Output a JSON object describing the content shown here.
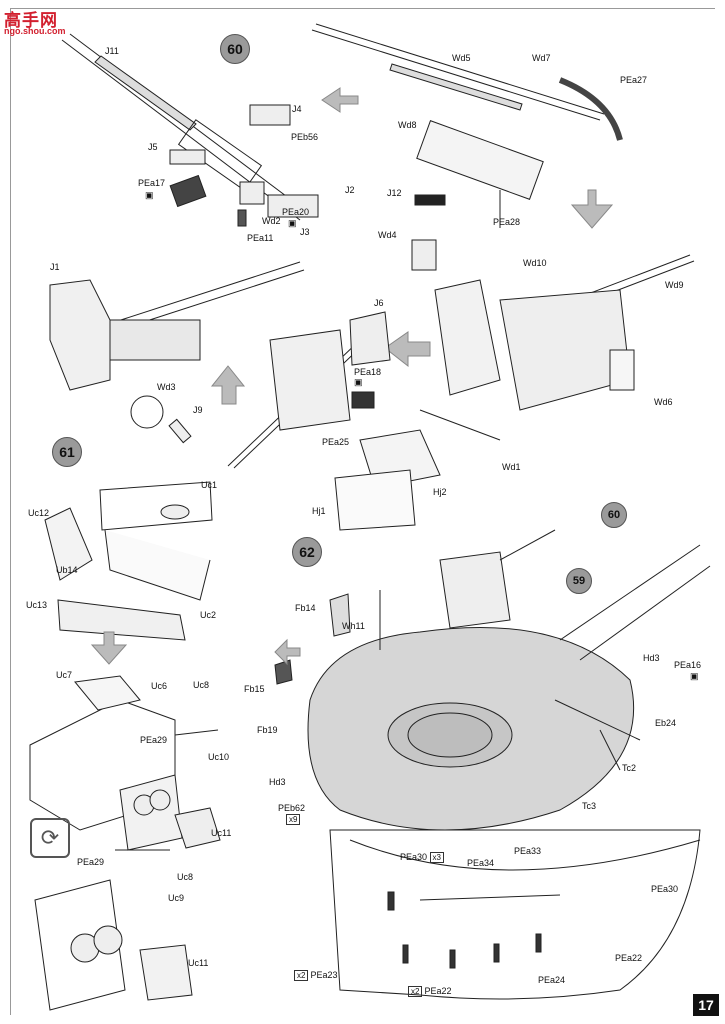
{
  "watermark": {
    "main": "高手网",
    "sub": "ngo.shou.com"
  },
  "page_number": "17",
  "steps": [
    {
      "id": "60",
      "label": "60"
    },
    {
      "id": "61",
      "label": "61"
    },
    {
      "id": "62",
      "label": "62"
    },
    {
      "id": "60-ref",
      "label": "60"
    },
    {
      "id": "59-ref",
      "label": "59"
    }
  ],
  "labels": {
    "J11": "J11",
    "J4": "J4",
    "PEb56": "PEb56",
    "J5": "J5",
    "PEa17": "PEa17",
    "J2": "J2",
    "PEa20": "PEa20",
    "Wd2": "Wd2",
    "J3": "J3",
    "PEa11": "PEa11",
    "Wd5": "Wd5",
    "Wd7": "Wd7",
    "PEa27": "PEa27",
    "Wd8": "Wd8",
    "J12": "J12",
    "PEa28": "PEa28",
    "Wd4": "Wd4",
    "J1": "J1",
    "Wd3": "Wd3",
    "J9": "J9",
    "J6": "J6",
    "PEa18": "PEa18",
    "PEa25": "PEa25",
    "Hj1": "Hj1",
    "Hj2": "Hj2",
    "Wd10": "Wd10",
    "Wd9": "Wd9",
    "Wd6": "Wd6",
    "Wd1": "Wd1",
    "Uc1": "Uc1",
    "Uc12": "Uc12",
    "Ub14": "Ub14",
    "Uc13": "Uc13",
    "Uc2": "Uc2",
    "Uc7": "Uc7",
    "Uc6": "Uc6",
    "Uc8": "Uc8",
    "PEa29": "PEa29",
    "Uc10": "Uc10",
    "Uc11": "Uc11",
    "PEa29b": "PEa29",
    "Uc8b": "Uc8",
    "Uc9": "Uc9",
    "Uc11b": "Uc11",
    "Fb14": "Fb14",
    "Wh11": "Wh11",
    "Fb15": "Fb15",
    "Fb19": "Fb19",
    "Hd3": "Hd3",
    "Hd3b": "Hd3",
    "PEb62": "PEb62",
    "PEa16": "PEa16",
    "Eb24": "Eb24",
    "Tc2": "Tc2",
    "Tc3": "Tc3",
    "PEa30": "PEa30",
    "PEa34": "PEa34",
    "PEa33": "PEa33",
    "PEa30b": "PEa30",
    "PEa22": "PEa22",
    "PEa23": "PEa23",
    "PEa22b": "PEa22",
    "PEa24": "PEa24"
  },
  "multipliers": {
    "PEa30": "x3",
    "PEb62": "x9",
    "PEa23": "x2",
    "PEa22b": "x2"
  },
  "icons": {
    "pe_part": "photo-etch-icon",
    "flip": "flip-over-icon",
    "arrow": "assembly-arrow-icon"
  }
}
